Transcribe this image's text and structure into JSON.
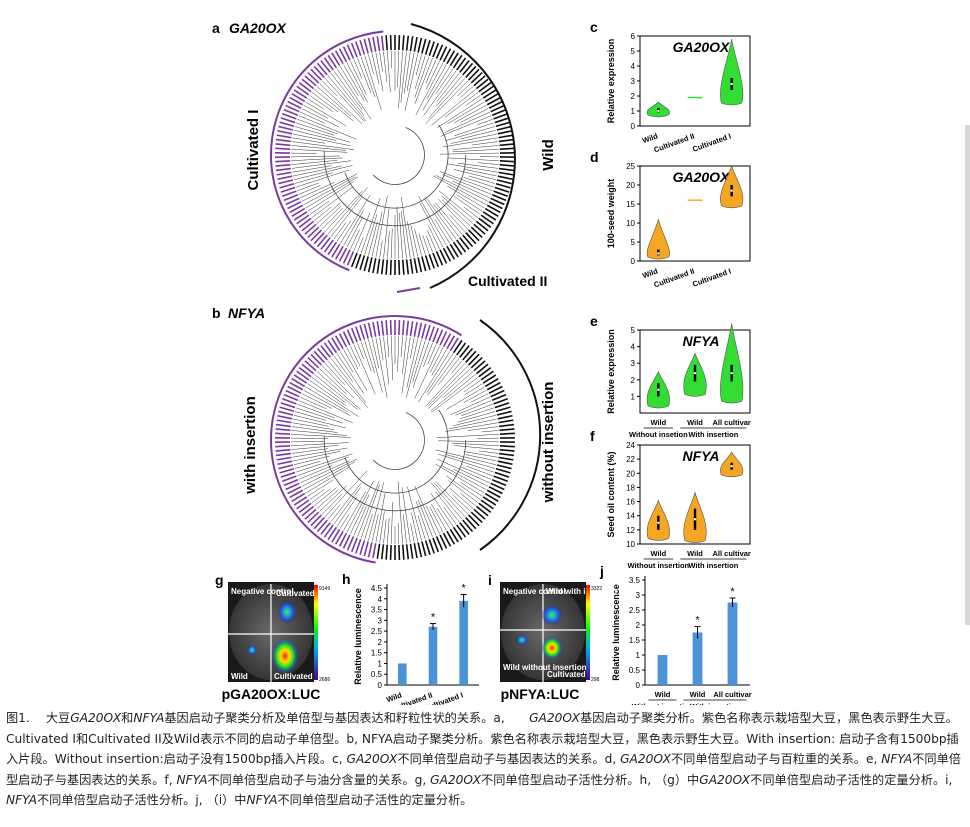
{
  "panels": {
    "a": {
      "letter": "a",
      "gene": "GA20OX",
      "clade_cultivated_I": "Cultivated I",
      "clade_wild": "Wild",
      "clade_cultivated_II": "Cultivated II"
    },
    "b": {
      "letter": "b",
      "gene": "NFYA",
      "clade_with": "with insertion",
      "clade_without": "without insertion"
    },
    "g": {
      "letter": "g",
      "tl": "Negative control",
      "tr": "Cultivated II",
      "bl": "Wild",
      "br": "Cultivated I",
      "scale_max": "9149",
      "scale_min": "2686",
      "caption": "pGA20OX:LUC"
    },
    "i": {
      "letter": "i",
      "tl": "Negative control",
      "tr": "Wild with insertion",
      "bl": "Wild without insertion",
      "br": "Cultivated",
      "scale_max": "3322",
      "scale_min": "298",
      "caption": "pNFYA:LUC"
    }
  },
  "colors": {
    "cultivated": "#7a3aa0",
    "wild": "#111111",
    "green": "#33dd33",
    "orange": "#f5a623",
    "bar": "#4b93d8"
  },
  "chart_data": [
    {
      "id": "c",
      "letter": "c",
      "type": "violin",
      "title": "GA20OX",
      "ylabel": "Relative expression",
      "ylim": [
        0,
        6
      ],
      "yticks": [
        0,
        1,
        2,
        3,
        4,
        5,
        6
      ],
      "categories": [
        "Wild",
        "Cultivated II",
        "Cultivated I"
      ],
      "group_labels": [],
      "color": "#33dd33",
      "series": [
        {
          "median": [
            1.0,
            1.9,
            2.8
          ],
          "q1": [
            0.9,
            1.9,
            2.4
          ],
          "q3": [
            1.2,
            1.9,
            3.2
          ],
          "min": [
            0.6,
            1.9,
            1.4
          ],
          "max": [
            1.6,
            1.9,
            5.8
          ]
        }
      ]
    },
    {
      "id": "d",
      "letter": "d",
      "type": "violin",
      "title": "GA20OX",
      "ylabel": "100-seed weight",
      "ylim": [
        0,
        25
      ],
      "yticks": [
        0,
        5,
        10,
        15,
        20,
        25
      ],
      "categories": [
        "Wild",
        "Cultivated II",
        "Cultivated I"
      ],
      "group_labels": [],
      "color": "#f5a623",
      "series": [
        {
          "median": [
            2.0,
            16.0,
            18.5
          ],
          "q1": [
            1.5,
            16.0,
            17.0
          ],
          "q3": [
            3.0,
            16.0,
            20.0
          ],
          "min": [
            0.5,
            16.0,
            14.0
          ],
          "max": [
            11.0,
            16.0,
            25.0
          ]
        }
      ]
    },
    {
      "id": "e",
      "letter": "e",
      "type": "violin",
      "title": "NFYA",
      "ylabel": "Relative expression",
      "ylim": [
        0,
        5
      ],
      "yticks": [
        1,
        2,
        3,
        4,
        5
      ],
      "categories": [
        "Wild",
        "Wild",
        "All cultivar"
      ],
      "group_labels": [
        {
          "text": "Without insetion",
          "span": [
            0,
            0
          ]
        },
        {
          "text": "With insertion",
          "span": [
            1,
            2
          ]
        }
      ],
      "color": "#33dd33",
      "series": [
        {
          "median": [
            1.4,
            2.4,
            2.4
          ],
          "q1": [
            1.0,
            1.9,
            1.9
          ],
          "q3": [
            1.8,
            2.9,
            2.9
          ],
          "min": [
            0.3,
            1.0,
            0.6
          ],
          "max": [
            2.5,
            3.6,
            5.4
          ]
        }
      ]
    },
    {
      "id": "f",
      "letter": "f",
      "type": "violin",
      "title": "NFYA",
      "ylabel": "Seed oil content (%)",
      "ylim": [
        10,
        24
      ],
      "yticks": [
        10,
        12,
        14,
        16,
        18,
        20,
        22,
        24
      ],
      "categories": [
        "Wild",
        "Wild",
        "All cultivar"
      ],
      "group_labels": [
        {
          "text": "Without insertion",
          "span": [
            0,
            0
          ]
        },
        {
          "text": "With insertion",
          "span": [
            1,
            2
          ]
        }
      ],
      "color": "#f5a623",
      "series": [
        {
          "median": [
            13.0,
            13.5,
            21.0
          ],
          "q1": [
            12.0,
            12.0,
            20.5
          ],
          "q3": [
            14.0,
            15.0,
            21.5
          ],
          "min": [
            10.5,
            10.2,
            19.5
          ],
          "max": [
            16.2,
            17.3,
            23.0
          ]
        }
      ]
    },
    {
      "id": "h",
      "letter": "h",
      "type": "bar",
      "ylabel": "Relative luminescence",
      "ylim": [
        0,
        4.5
      ],
      "yticks": [
        0,
        0.5,
        1,
        1.5,
        2,
        2.5,
        3,
        3.5,
        4,
        4.5
      ],
      "categories": [
        "Wild",
        "Cultivated II",
        "Cultivated I"
      ],
      "group_labels": [],
      "values": [
        1.0,
        2.7,
        3.9
      ],
      "errors": [
        0,
        0.15,
        0.3
      ],
      "stars": [
        "",
        "*",
        "*"
      ]
    },
    {
      "id": "j",
      "letter": "j",
      "type": "bar",
      "ylabel": "Relative luminescence",
      "ylim": [
        0,
        3.5
      ],
      "yticks": [
        0,
        0.5,
        1,
        1.5,
        2,
        2.5,
        3,
        3.5
      ],
      "categories": [
        "Wild",
        "Wild",
        "All cultivar"
      ],
      "group_labels": [
        {
          "text": "Without insertion",
          "span": [
            0,
            0
          ]
        },
        {
          "text": "With insertion",
          "span": [
            1,
            2
          ]
        }
      ],
      "values": [
        1.0,
        1.75,
        2.75
      ],
      "errors": [
        0,
        0.2,
        0.15
      ],
      "stars": [
        "",
        "*",
        "*"
      ]
    }
  ],
  "caption": [
    {
      "t": "图1.　 大豆"
    },
    {
      "t": "GA20OX",
      "i": true
    },
    {
      "t": "和"
    },
    {
      "t": "NFYA",
      "i": true
    },
    {
      "t": "基因启动子聚类分析及单倍型与基因表达和籽粒性状的关系。a,　　"
    },
    {
      "t": "GA20OX",
      "i": true
    },
    {
      "t": "基因启动子聚类分析。紫色名称表示栽培型大豆，黑色表示野生大豆。Cultivated I和Cultivated II及Wild表示不同的启动子单倍型。b, NFYA启动子聚类分析。紫色名称表示栽培型大豆，黑色表示野生大豆。With insertion: 启动子含有1500bp插入片段。Without insertion:启动子没有1500bp插入片段。c, "
    },
    {
      "t": "GA20OX",
      "i": true
    },
    {
      "t": "不同单倍型启动子与基因表达的关系。d, "
    },
    {
      "t": "GA20OX",
      "i": true
    },
    {
      "t": "不同单倍型启动子与百粒重的关系。e, "
    },
    {
      "t": "NFYA",
      "i": true
    },
    {
      "t": "不同单倍型启动子与基因表达的关系。f, "
    },
    {
      "t": "NFYA",
      "i": true
    },
    {
      "t": "不同单倍型启动子与油分含量的关系。g, "
    },
    {
      "t": "GA20OX",
      "i": true
    },
    {
      "t": "不同单倍型启动子活性分析。h, （g）中"
    },
    {
      "t": "GA20OX",
      "i": true
    },
    {
      "t": "不同单倍型启动子活性的定量分析。i, "
    },
    {
      "t": "NFYA",
      "i": true
    },
    {
      "t": "不同单倍型启动子活性分析。j, （i）中"
    },
    {
      "t": "NFYA",
      "i": true
    },
    {
      "t": "不同单倍型启动子活性的定量分析。"
    }
  ]
}
